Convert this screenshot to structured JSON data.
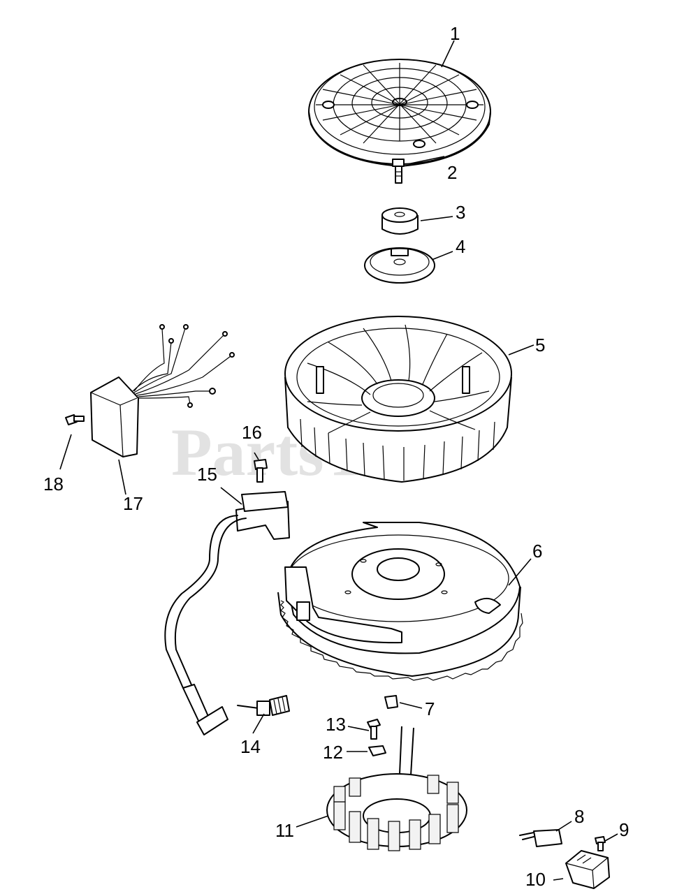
{
  "watermark": "PartsTree",
  "callouts": {
    "c1": "1",
    "c2": "2",
    "c3": "3",
    "c4": "4",
    "c5": "5",
    "c6": "6",
    "c7": "7",
    "c8": "8",
    "c9": "9",
    "c10": "10",
    "c11": "11",
    "c12": "12",
    "c13": "13",
    "c14": "14",
    "c15": "15",
    "c16": "16",
    "c17": "17",
    "c18": "18"
  }
}
